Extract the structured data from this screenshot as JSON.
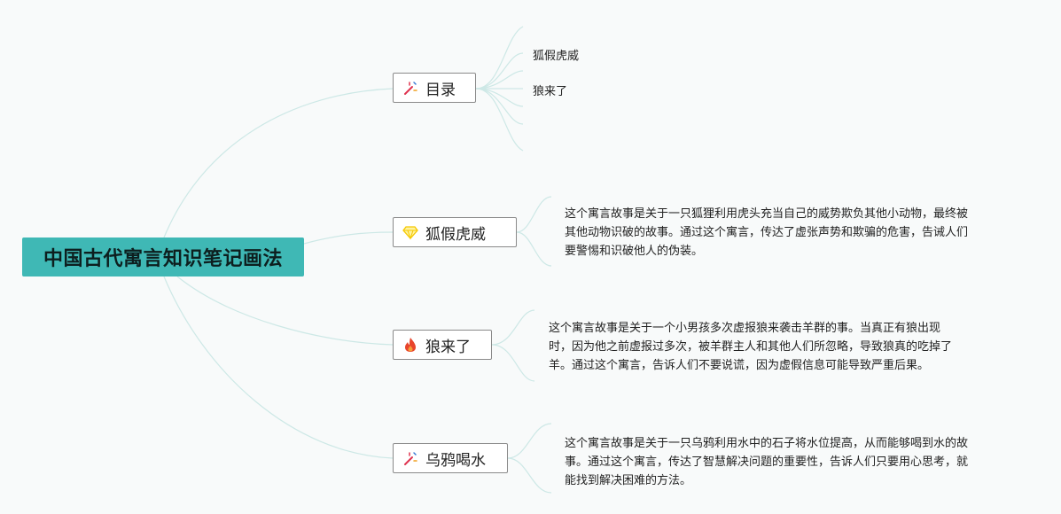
{
  "root": {
    "title": "中国古代寓言知识笔记画法"
  },
  "topics": [
    {
      "id": "mulu",
      "label": "目录",
      "icon": "sparkle-wand-icon"
    },
    {
      "id": "hujia",
      "label": "狐假虎威",
      "icon": "diamond-icon"
    },
    {
      "id": "langlai",
      "label": "狼来了",
      "icon": "fire-icon"
    },
    {
      "id": "wuya",
      "label": "乌鸦喝水",
      "icon": "sparkle-wand-icon"
    }
  ],
  "toc_items": [
    "狐假虎威",
    "狼来了"
  ],
  "notes": {
    "hujia": [
      "这个寓言故事是关于一只狐狸利用虎头充当自己的威势欺负其他小动物，最终被",
      "其他动物识破的故事。通过这个寓言，传达了虚张声势和欺骗的危害，告诫人们",
      "要警惕和识破他人的伪装。"
    ],
    "langlai": [
      "这个寓言故事是关于一个小男孩多次虚报狼来袭击羊群的事。当真正有狼出现",
      "时，因为他之前虚报过多次，被羊群主人和其他人们所忽略，导致狼真的吃掉了",
      "羊。通过这个寓言，告诉人们不要说谎，因为虚假信息可能导致严重后果。"
    ],
    "wuya": [
      "这个寓言故事是关于一只乌鸦利用水中的石子将水位提高，从而能够喝到水的故",
      "事。通过这个寓言，传达了智慧解决问题的重要性，告诉人们只要用心思考，就",
      "能找到解决困难的方法。"
    ]
  },
  "colors": {
    "background": "#f8fafa",
    "root_fill": "#3fb8b5",
    "connector": "#cde8e6",
    "topic_border": "#8a8a8a",
    "fire": "#e8452c",
    "diamond": "#f5d90a",
    "wand": "#e0334f"
  }
}
